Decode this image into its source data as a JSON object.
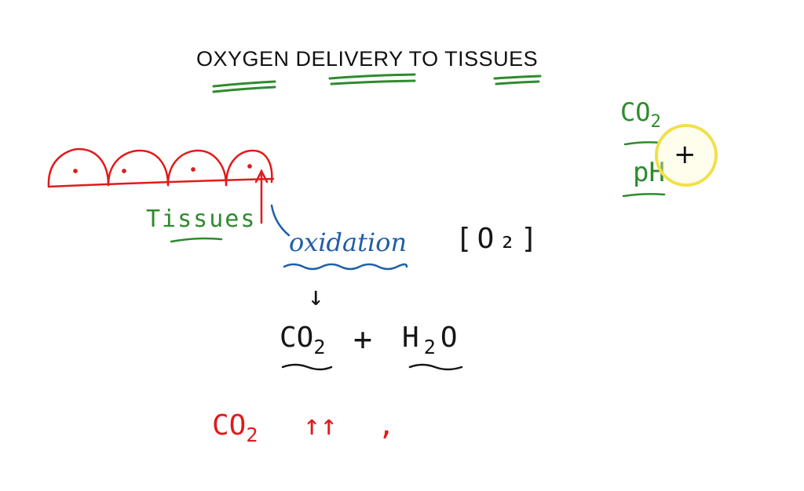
{
  "title": "OXYGEN DELIVERY TO TISSUES",
  "tissues_label": "Tissues",
  "oxidation_label": "oxidation",
  "o2_bracket": "[O₂]",
  "arrow_down": "↓",
  "co2": "CO",
  "co2_sub": "2",
  "plus": "+",
  "h2o_h": "H",
  "h2o_sub": "2",
  "h2o_o": "O",
  "co2_increase": "↑↑",
  "comma": ",",
  "top_right_co2": "CO",
  "top_right_co2_sub": "2",
  "top_right_ph": "pH",
  "colors": {
    "green": "#2e8b2e",
    "red": "#e01b1b",
    "blue": "#1f5ea8",
    "black": "#151515",
    "cursor": "#f0e04a"
  },
  "icons": {
    "cursor": "crosshair-cursor-icon"
  }
}
